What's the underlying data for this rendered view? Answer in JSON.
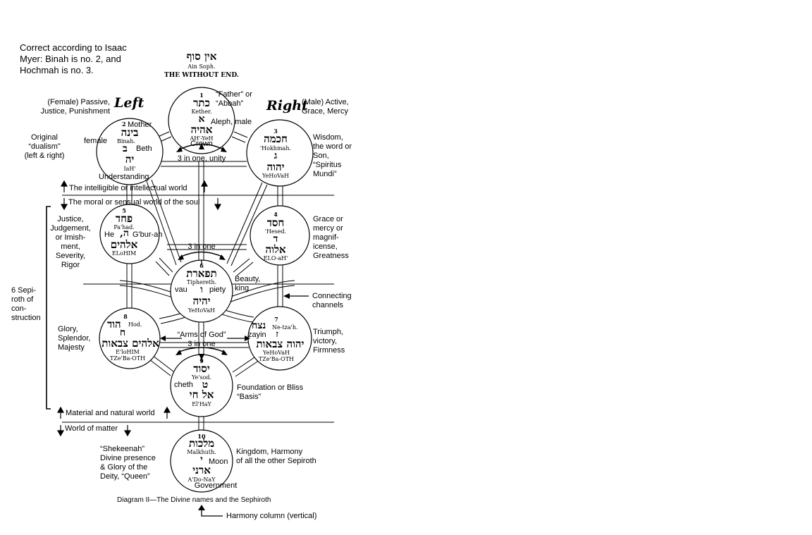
{
  "note": "Correct according to Isaac\nMyer: Binah is no. 2, and\nHochmah is no. 3.",
  "top": {
    "hebrew": "אין סוף",
    "translit": "Ain Soph.",
    "title": "THE WITHOUT END."
  },
  "sides": {
    "left_word": "Left",
    "right_word": "Right",
    "left_desc": "(Female) Passive,\nJustice, Punishment",
    "right_desc": "(Male) Active,\nGrace, Mercy",
    "original": "Original\n“dualism”\n(left & right)"
  },
  "sephiroth": {
    "kether": {
      "num": "1",
      "hebrew": "כתר",
      "translit": "Kether.",
      "letter": "א",
      "divine": "אהיה",
      "divine_translit": "AH'-YeH",
      "note1": "“Father” or\n“Abbah”",
      "note2": "Aleph, male",
      "below": "Crown"
    },
    "binah": {
      "num": "2",
      "mother": "Mother",
      "hebrew": "בינה",
      "translit": "Binah.",
      "letter": "ב",
      "divine": "יה",
      "divine_translit": "IaH'",
      "female": "female",
      "beth": "Beth",
      "below": "Understanding"
    },
    "hokhmah": {
      "num": "3",
      "hebrew": "חכמה",
      "translit": "'Hokhmah.",
      "letter": "ג",
      "divine": "יהוה",
      "divine_translit": "YeHoVaH",
      "desc": "Wisdom,\nthe word or\nSon,\n“Spiritus\nMundi”"
    },
    "hesed": {
      "num": "4",
      "hebrew": "חסד",
      "translit": "'Hesed.",
      "letter": "ד",
      "divine": "אלוה",
      "divine_translit": "ELO-aH'",
      "desc": "Grace or\nmercy or\nmagnif-\nicense,\nGreatness"
    },
    "pahad": {
      "num": "5",
      "hebrew": "פחד",
      "translit": "Pa'had.",
      "he": "He",
      "letter": "ה,",
      "gburah": "G'bur-ah",
      "divine": "אלהים",
      "divine_translit": "ELoHIM",
      "desc": "Justice,\nJudgement,\nor Imish-\nment,\nSeverity,\nRigor"
    },
    "tiphereth": {
      "num": "6",
      "hebrew": "תפארת",
      "translit": "Tiphereth.",
      "vau": "vau",
      "letter": "ו",
      "piety": "piety",
      "divine": "יהיה",
      "divine_translit": "YeHoVaH",
      "desc": "Beauty,\nking"
    },
    "netzah": {
      "num": "7",
      "hebrew": "נצח",
      "translit": "Ne-tza'h.",
      "zayin": "zayin",
      "letter": "ז",
      "divine": "יהוה צבאות",
      "divine_translit": "YeHoVaH\nTZe'Ba-OTH",
      "desc": "Triumph,\nvictory,\nFirmness"
    },
    "hod": {
      "num": "8",
      "hebrew": "הוד",
      "translit": "Hod.",
      "letter": "ח",
      "divine": "אלהים צבאות",
      "divine_translit": "E'loHIM\nTZe'Ba-OTH",
      "desc": "Glory,\nSplendor,\nMajesty"
    },
    "yesod": {
      "num": "9",
      "hebrew": "יסוד",
      "translit": "Ye'sod.",
      "cheth": "cheth",
      "letter": "ט",
      "divine": "אל חי",
      "divine_translit": "El'HaY",
      "desc": "Foundation or Bliss\n“Basis”"
    },
    "malkhuth": {
      "num": "10",
      "hebrew": "מלכות",
      "translit": "Malkhuth.",
      "letter": "י",
      "moon": "Moon",
      "divine": "ארני",
      "divine_translit": "A'Do-NaY",
      "below": "Government",
      "desc": "Kingdom, Harmony\nof all the other Sepiroth",
      "left_desc": "“Shekeenah”\nDivine presence\n& Glory of the\nDeity, “Queen”"
    }
  },
  "labels": {
    "three_in_one_unity": "3 in one, unity",
    "three_in_one": "3 in one",
    "three_in_one_b": "3 in one",
    "arms_of_god": "“Arms of God”",
    "connecting": "Connecting\nchannels",
    "six_sep": "6 Sepi-\nroth of\ncon-\nstruction"
  },
  "worlds": {
    "intelligible": "The intelligible or intellectual world",
    "moral": "The moral or sensual world of the soul",
    "material": "Material and natural world",
    "matter": "World of matter"
  },
  "caption": "Diagram II—The Divine names and the Sephiroth",
  "harmony": "Harmony column (vertical)"
}
